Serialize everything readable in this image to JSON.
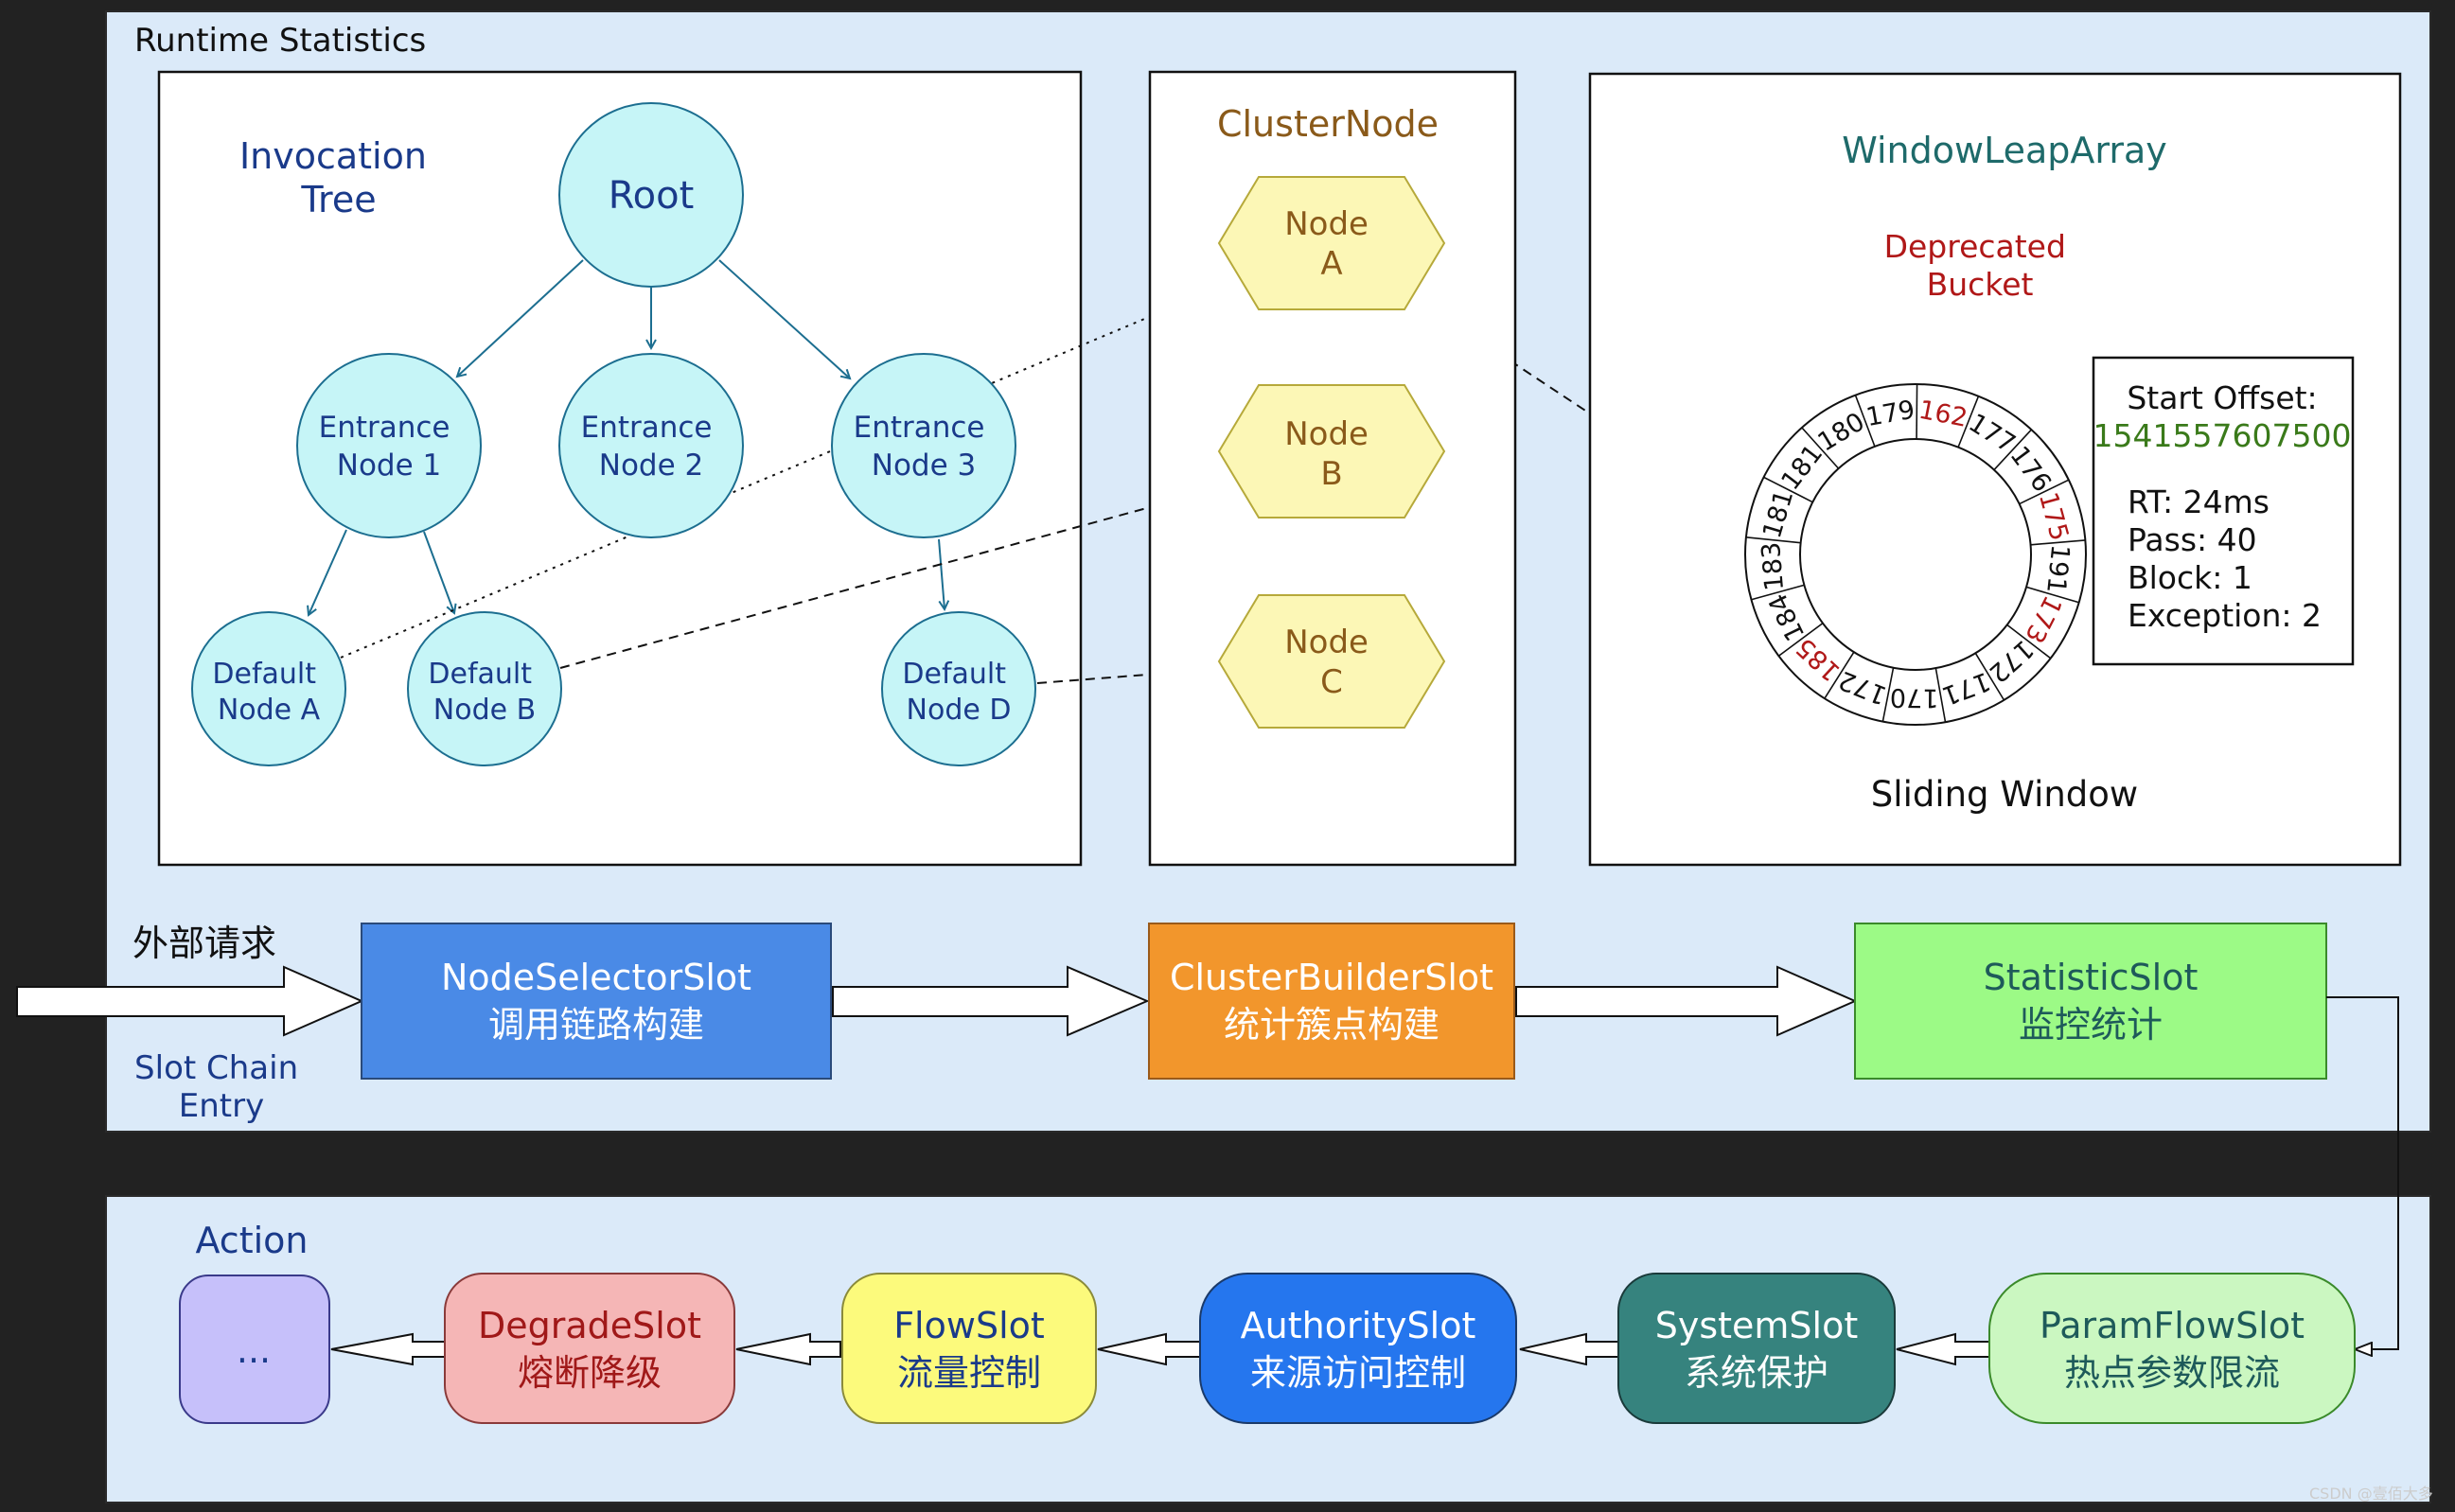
{
  "runtime_panel": {
    "title": "Runtime Statistics"
  },
  "invocation_tree": {
    "title_line1": "Invocation",
    "title_line2": "Tree",
    "root": "Root",
    "entrance_nodes": [
      {
        "line1": "Entrance",
        "line2": "Node 1"
      },
      {
        "line1": "Entrance",
        "line2": "Node 2"
      },
      {
        "line1": "Entrance",
        "line2": "Node 3"
      }
    ],
    "default_nodes": [
      {
        "line1": "Default",
        "line2": "Node A"
      },
      {
        "line1": "Default",
        "line2": "Node B"
      },
      {
        "line1": "Default",
        "line2": "Node D"
      }
    ]
  },
  "cluster_node": {
    "title": "ClusterNode",
    "nodes": [
      {
        "line1": "Node",
        "line2": "A"
      },
      {
        "line1": "Node",
        "line2": "B"
      },
      {
        "line1": "Node",
        "line2": "C"
      }
    ]
  },
  "window_leap_array": {
    "title": "WindowLeapArray",
    "deprecated_line1": "Deprecated",
    "deprecated_line2": "Bucket",
    "caption": "Sliding Window",
    "buckets": [
      {
        "label": "162",
        "deprecated": true
      },
      {
        "label": "177",
        "deprecated": false
      },
      {
        "label": "176",
        "deprecated": false
      },
      {
        "label": "175",
        "deprecated": true
      },
      {
        "label": "191",
        "deprecated": false
      },
      {
        "label": "173",
        "deprecated": true
      },
      {
        "label": "172",
        "deprecated": false
      },
      {
        "label": "171",
        "deprecated": false
      },
      {
        "label": "170",
        "deprecated": false
      },
      {
        "label": "172",
        "deprecated": false
      },
      {
        "label": "185",
        "deprecated": true
      },
      {
        "label": "184",
        "deprecated": false
      },
      {
        "label": "183",
        "deprecated": false
      },
      {
        "label": "181",
        "deprecated": false
      },
      {
        "label": "181",
        "deprecated": false
      },
      {
        "label": "180",
        "deprecated": false
      },
      {
        "label": "179",
        "deprecated": false
      }
    ],
    "stats": {
      "start_offset_label": "Start Offset:",
      "start_offset_value": "1541557607500",
      "rt": "RT: 24ms",
      "pass": "Pass: 40",
      "block": "Block: 1",
      "exception": "Exception: 2"
    }
  },
  "slot_chain": {
    "external_request": "外部请求",
    "entry_line1": "Slot Chain",
    "entry_line2": "Entry",
    "slots": [
      {
        "name": "NodeSelectorSlot",
        "desc": "调用链路构建"
      },
      {
        "name": "ClusterBuilderSlot",
        "desc": "统计簇点构建"
      },
      {
        "name": "StatisticSlot",
        "desc": "监控统计"
      }
    ]
  },
  "action": {
    "title": "Action",
    "slots": [
      {
        "name": "...",
        "desc": ""
      },
      {
        "name": "DegradeSlot",
        "desc": "熔断降级"
      },
      {
        "name": "FlowSlot",
        "desc": "流量控制"
      },
      {
        "name": "AuthoritySlot",
        "desc": "来源访问控制"
      },
      {
        "name": "SystemSlot",
        "desc": "系统保护"
      },
      {
        "name": "ParamFlowSlot",
        "desc": "热点参数限流"
      }
    ]
  },
  "watermark": "CSDN @壹佰大多",
  "colors": {
    "panel_bg": "#dbeaf9",
    "tree_node_fill": "#c6f5f7",
    "tree_node_stroke": "#1c6e90",
    "hex_fill": "#fcf7b6",
    "hex_stroke": "#b6a93a",
    "node_selector": "#4a8ae6",
    "cluster_builder": "#f2962c",
    "statistic": "#9cfa86",
    "ellipsis_slot": "#c6c0fa",
    "degrade_slot": "#f5b6b6",
    "flow_slot": "#fcfa7c",
    "authority_slot": "#2576ee",
    "system_slot": "#36837e",
    "param_flow_slot": "#cbf7c1",
    "deprecated_red": "#b01818",
    "offset_green": "#3a7a1a"
  }
}
